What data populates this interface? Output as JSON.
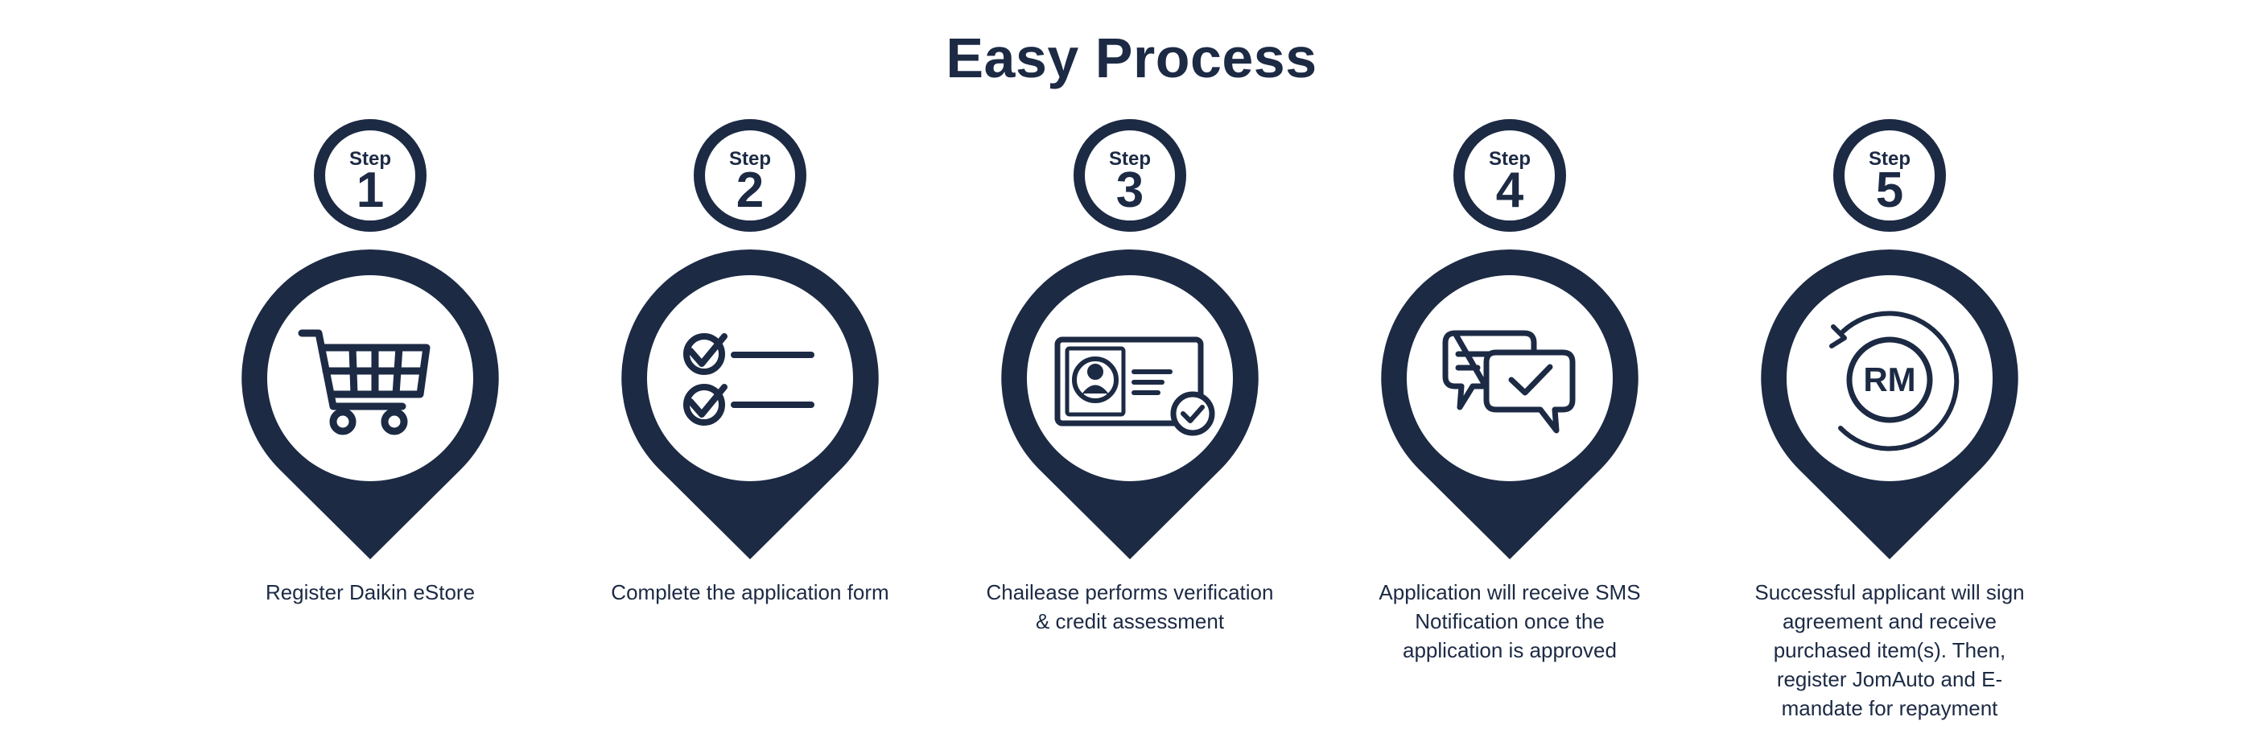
{
  "title": "Easy Process",
  "colors": {
    "navy": "#1c2a44",
    "background": "#ffffff"
  },
  "steps": [
    {
      "word": "Step",
      "number": "1",
      "icon": "shopping-cart-icon",
      "caption": "Register Daikin eStore"
    },
    {
      "word": "Step",
      "number": "2",
      "icon": "checklist-form-icon",
      "caption": "Complete the application form"
    },
    {
      "word": "Step",
      "number": "3",
      "icon": "id-card-verified-icon",
      "caption": "Chailease performs verification & credit assessment"
    },
    {
      "word": "Step",
      "number": "4",
      "icon": "chat-bubbles-check-icon",
      "caption": "Application will receive SMS Notification once the application is approved"
    },
    {
      "word": "Step",
      "number": "5",
      "icon": "rm-repayment-cycle-icon",
      "icon_text": "RM",
      "caption": "Successful applicant will sign agreement and receive purchased item(s). Then, register JomAuto and E-mandate for repayment"
    }
  ]
}
